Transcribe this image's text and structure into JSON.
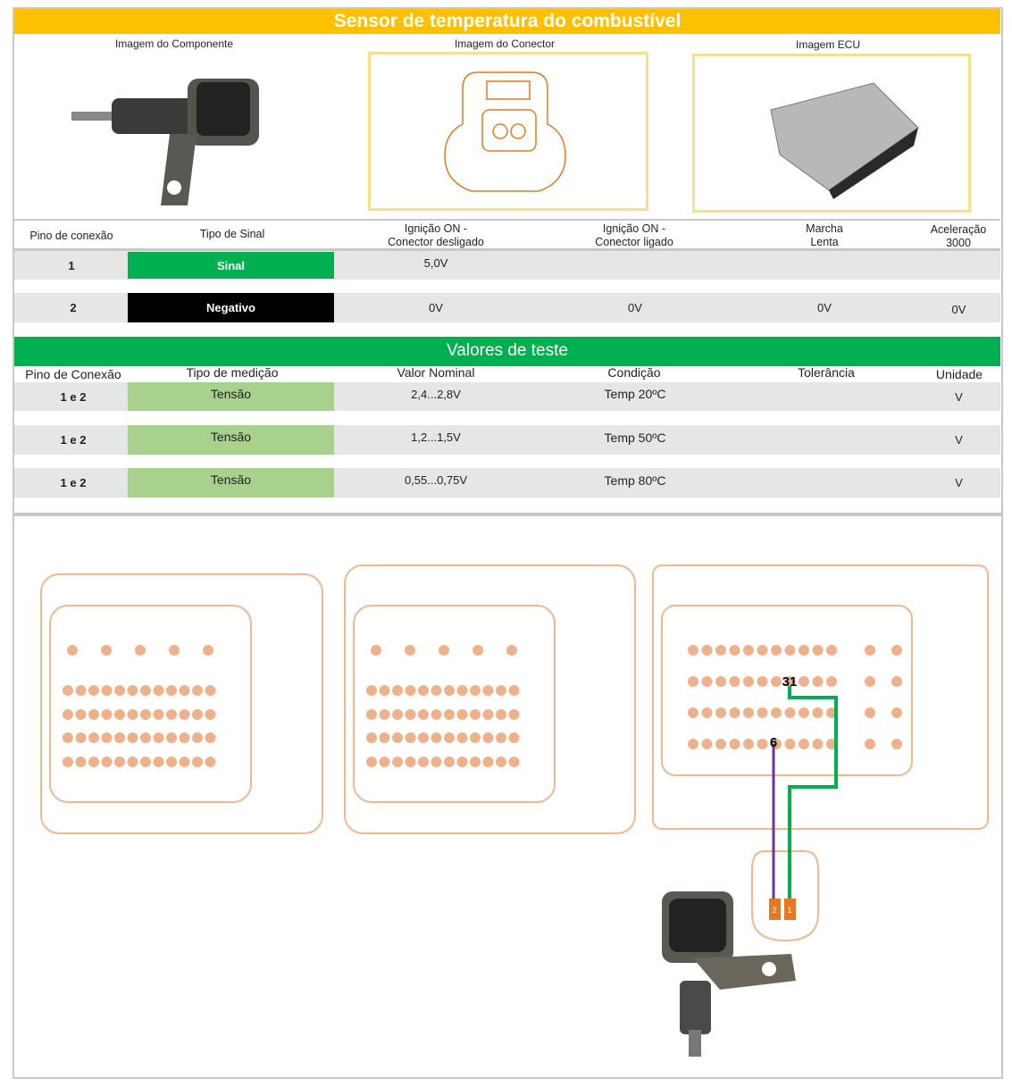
{
  "title": "Sensor de temperatura do combustível",
  "images": {
    "component": "Imagem do Componente",
    "connector": "Imagem do Conector",
    "ecu": "Imagem ECU"
  },
  "signal_table": {
    "headers": [
      "Pino de conexão",
      "Tipo de Sinal",
      "Ignição ON -\nConector desligado",
      "Ignição ON -\nConector ligado",
      "Marcha\nLenta",
      "Aceleração\n3000"
    ],
    "rows": [
      {
        "pin": "1",
        "type": "Sinal",
        "ign_off": "5,0V",
        "ign_on": "",
        "idle": "",
        "accel": ""
      },
      {
        "pin": "2",
        "type": "Negativo",
        "ign_off": "0V",
        "ign_on": "0V",
        "idle": "0V",
        "accel": "0V"
      }
    ]
  },
  "test_section": "Valores de teste",
  "test_table": {
    "headers": [
      "Pino de Conexão",
      "Tipo de medição",
      "Valor Nominal",
      "Condição",
      "Tolerância",
      "Unidade"
    ],
    "rows": [
      {
        "pin": "1 e 2",
        "type": "Tensão",
        "nominal": "2,4...2,8V",
        "condition": "Temp 20ºC",
        "tolerance": "",
        "unit": "V"
      },
      {
        "pin": "1 e 2",
        "type": "Tensão",
        "nominal": "1,2...1,5V",
        "condition": "Temp 50ºC",
        "tolerance": "",
        "unit": "V"
      },
      {
        "pin": "1 e 2",
        "type": "Tensão",
        "nominal": "0,55...0,75V",
        "condition": "Temp 80ºC",
        "tolerance": "",
        "unit": "V"
      }
    ]
  },
  "diagram": {
    "ecu_pin_signal": "31",
    "ecu_pin_ground": "6",
    "sensor_pin_1": "1",
    "sensor_pin_2": "2",
    "wire_signal_color": "#00b050",
    "wire_ground_color": "#7030a0"
  }
}
